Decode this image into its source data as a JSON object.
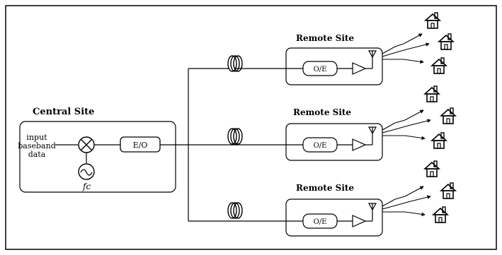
{
  "central": {
    "title": "Central Site",
    "input_line1": "input",
    "input_line2": "baseband",
    "input_line3": "data",
    "eo_label": "E/O",
    "fc_label": "fc"
  },
  "remotes": [
    {
      "title": "Remote Site",
      "oe_label": "O/E"
    },
    {
      "title": "Remote Site",
      "oe_label": "O/E"
    },
    {
      "title": "Remote Site",
      "oe_label": "O/E"
    }
  ],
  "colors": {
    "line": "#000000",
    "background": "#ffffff"
  },
  "icons": [
    "mixer-icon",
    "oscillator-icon",
    "fiber-coil-icon",
    "amplifier-icon",
    "antenna-icon",
    "house-icon"
  ]
}
